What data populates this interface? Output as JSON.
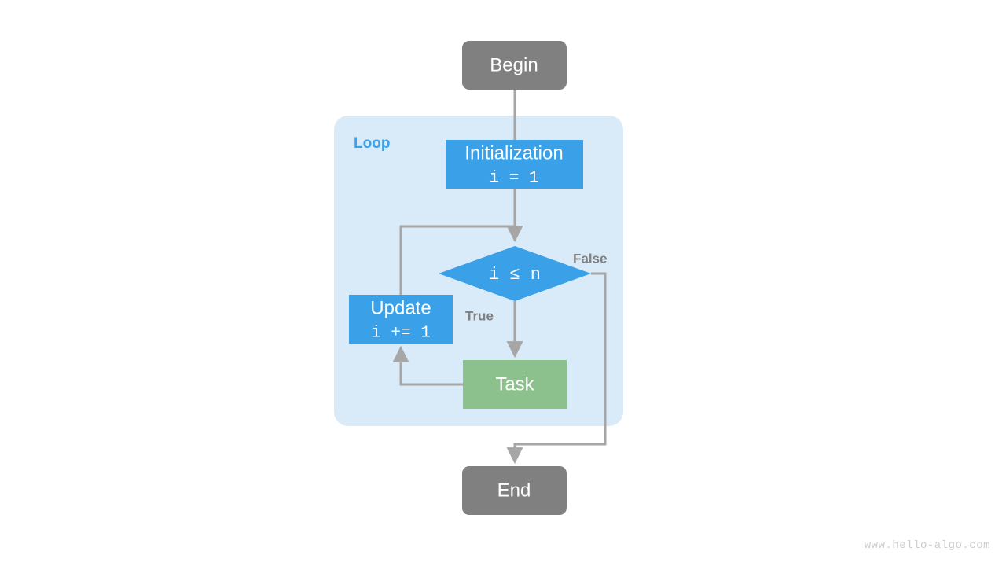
{
  "diagram": {
    "title_text": "",
    "colors": {
      "terminal_fill": "#808080",
      "process_fill": "#3aa0e8",
      "decision_fill": "#3aa0e8",
      "task_fill": "#8cc08c",
      "group_fill": "#d9eaf8",
      "edge_stroke": "#a6a6a6",
      "label_text": "#808080",
      "group_label_text": "#3aa0e8",
      "node_text": "#ffffff",
      "background": "#ffffff",
      "watermark_text": "#cccccc"
    },
    "group": {
      "label": "Loop"
    },
    "nodes": {
      "begin": {
        "label": "Begin",
        "shape": "rounded-terminal"
      },
      "initialization": {
        "label": "Initialization",
        "code": "i = 1",
        "shape": "rect"
      },
      "condition": {
        "label": "i ≤ n",
        "shape": "diamond"
      },
      "update": {
        "label": "Update",
        "code": "i += 1",
        "shape": "rect"
      },
      "task": {
        "label": "Task",
        "shape": "rect"
      },
      "end": {
        "label": "End",
        "shape": "rounded-terminal"
      }
    },
    "edges": {
      "true_label": "True",
      "false_label": "False"
    }
  },
  "watermark": {
    "text": "www.hello-algo.com"
  }
}
